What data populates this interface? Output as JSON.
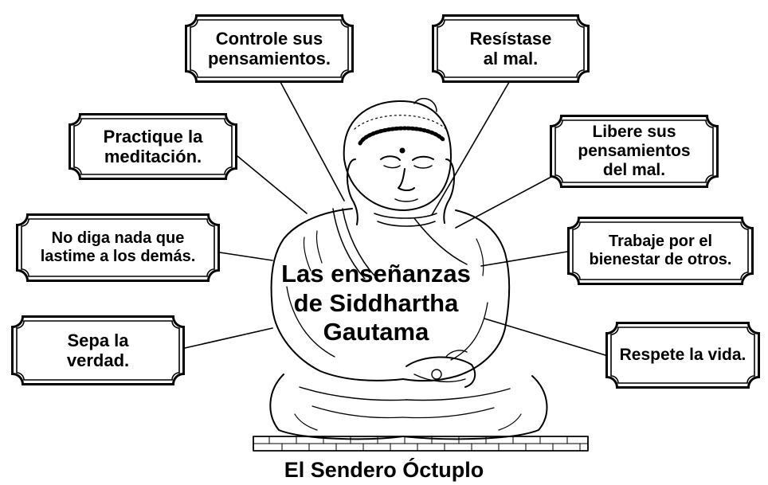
{
  "center_title": [
    "Las enseñanzas",
    "de Siddhartha",
    "Gautama"
  ],
  "caption": "El Sendero Óctuplo",
  "teachings": [
    {
      "id": "controle",
      "lines": [
        "Controle sus",
        "pensamientos."
      ]
    },
    {
      "id": "resistase",
      "lines": [
        "Resístase",
        "al mal."
      ]
    },
    {
      "id": "practique",
      "lines": [
        "Practique la",
        "meditación."
      ]
    },
    {
      "id": "libere",
      "lines": [
        "Libere sus",
        "pensamientos",
        "del mal."
      ]
    },
    {
      "id": "no-diga",
      "lines": [
        "No diga nada que",
        "lastime a los demás."
      ]
    },
    {
      "id": "trabaje",
      "lines": [
        "Trabaje por el",
        "bienestar de otros."
      ]
    },
    {
      "id": "sepa",
      "lines": [
        "Sepa la",
        "verdad."
      ]
    },
    {
      "id": "respete",
      "lines": [
        "Respete la vida."
      ]
    }
  ]
}
